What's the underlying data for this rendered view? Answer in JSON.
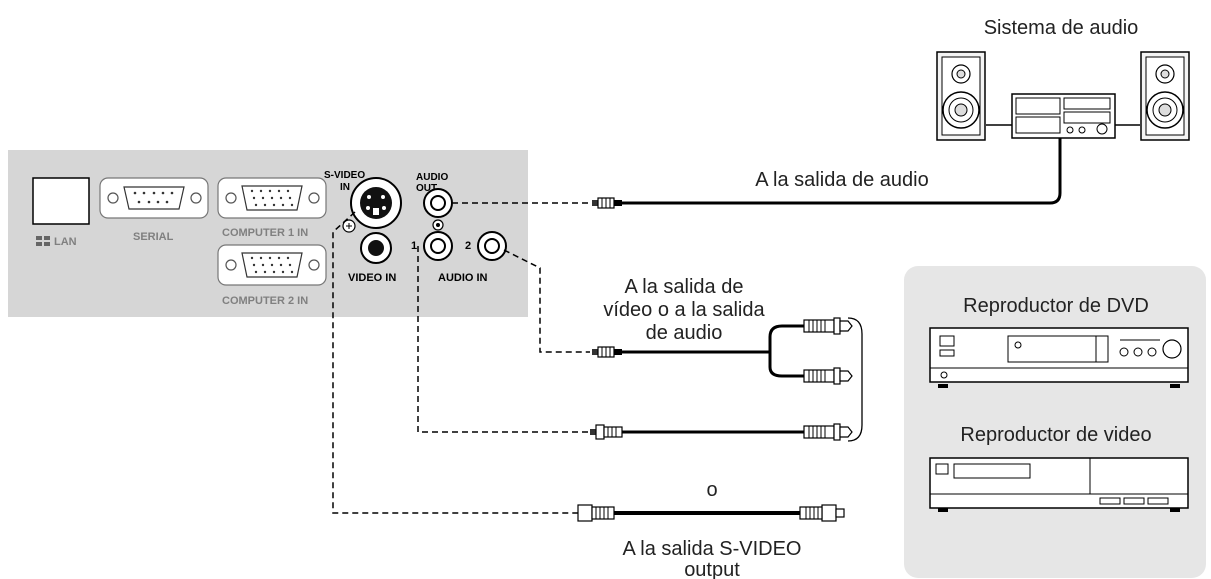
{
  "panel": {
    "lan": "LAN",
    "serial": "SERIAL",
    "computer1": "COMPUTER 1 IN",
    "computer2": "COMPUTER 2 IN",
    "svideo_line1": "S-VIDEO",
    "svideo_line2": "IN",
    "audio_out_line1": "AUDIO",
    "audio_out_line2": "OUT",
    "video_in": "VIDEO IN",
    "audio_in": "AUDIO IN",
    "port1": "1",
    "port2": "2"
  },
  "devices": {
    "audio_system": "Sistema de audio",
    "dvd": "Reproductor de DVD",
    "vcr": "Reproductor de video"
  },
  "labels": {
    "audio_output": "A la salida de audio",
    "video_audio_line1": "A la salida de",
    "video_audio_line2": "vídeo o a la salida",
    "video_audio_line3": "de audio",
    "or": "o",
    "svideo_line1": "A la salida S-VIDEO",
    "svideo_line2": "output"
  }
}
